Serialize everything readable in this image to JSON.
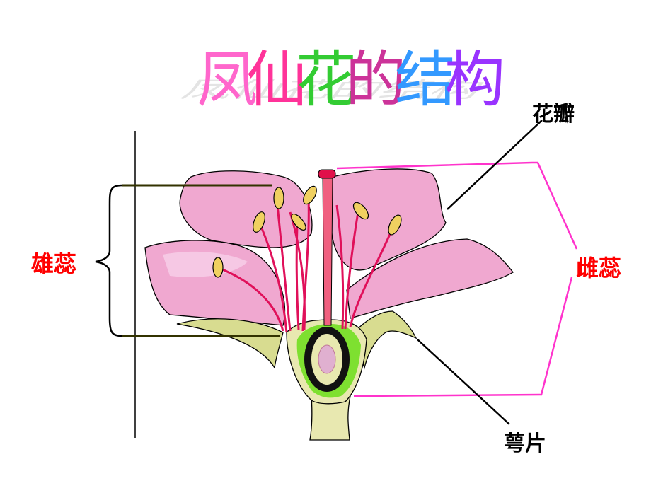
{
  "title": {
    "text": "凤仙花的结构",
    "chars": [
      {
        "char": "凤",
        "color": "#ff66cc"
      },
      {
        "char": "仙",
        "color": "#ff3399"
      },
      {
        "char": "花",
        "color": "#33cc33"
      },
      {
        "char": "的",
        "color": "#cc3399"
      },
      {
        "char": "结",
        "color": "#3399ff"
      },
      {
        "char": "构",
        "color": "#9933ff"
      }
    ]
  },
  "labels": {
    "petal": "花瓣",
    "stamen": "雄蕊",
    "pistil": "雌蕊",
    "sepal": "萼片"
  },
  "colors": {
    "petal_fill": "#f0a8d0",
    "petal_light": "#f8d0e8",
    "filament": "#e0105a",
    "anther": "#f0d060",
    "style": "#f06080",
    "ovary_green": "#7ee030",
    "receptacle": "#e8e8b0",
    "sepal_fill": "#d8dc90",
    "pistil_bracket": "#ff33cc",
    "label_red": "#ff0000"
  }
}
